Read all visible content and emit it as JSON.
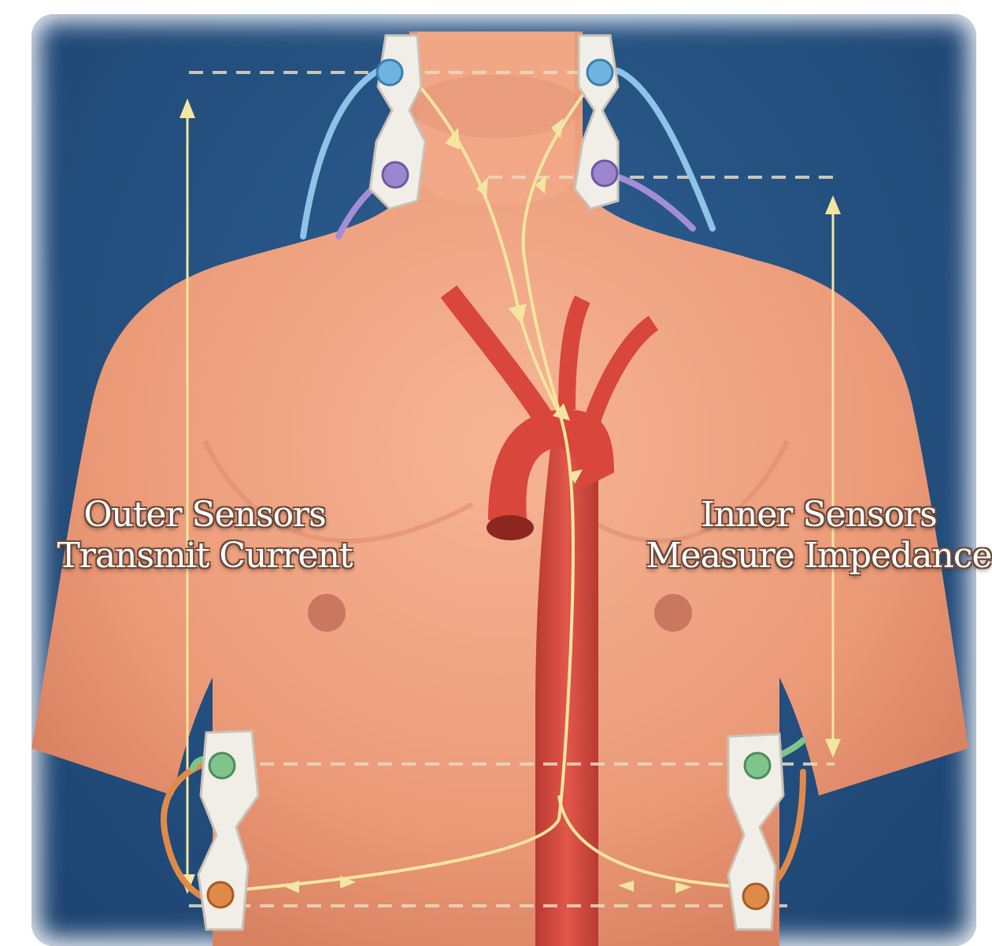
{
  "outer_caption": {
    "line1": "Outer Sensors",
    "line2": "Transmit Current"
  },
  "inner_caption": {
    "line1": "Inner Sensors",
    "line2": "Measure Impedance"
  },
  "colors": {
    "background": "#24507f",
    "skin": "#f0a080",
    "aorta": "#d9463b",
    "current_path": "#f3e6a0",
    "outer_wire": "#8ec3e8",
    "inner_wire_neck": "#a38ed6",
    "inner_wire_side": "#7fc48a",
    "outer_wire_side": "#e08a4a"
  },
  "icons": [
    "electrode-sensor-icon",
    "direction-arrow-icon"
  ]
}
